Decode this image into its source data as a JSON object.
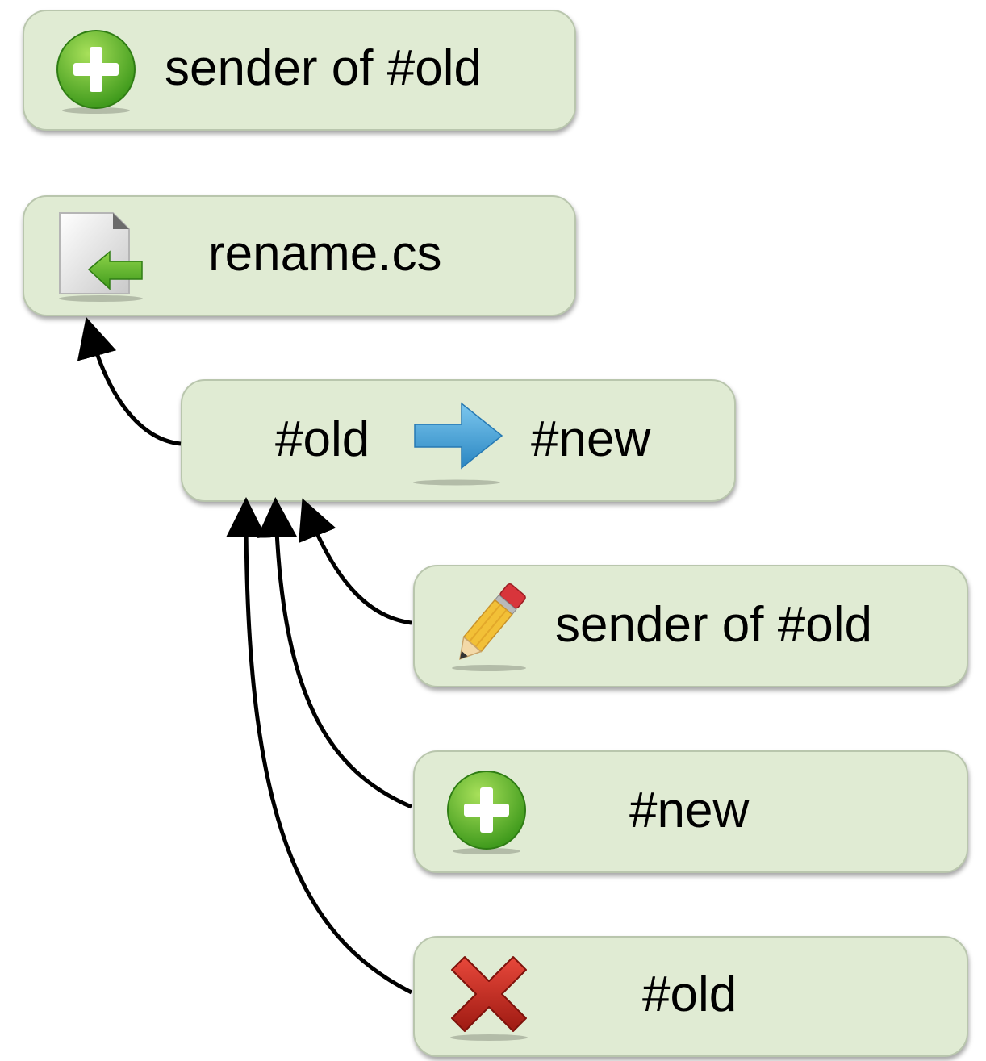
{
  "nodes": {
    "add_sender": {
      "icon": "add-icon",
      "label": "sender of #old"
    },
    "file": {
      "icon": "file-import-icon",
      "label": "rename.cs"
    },
    "rename": {
      "old": "#old",
      "icon": "right-arrow-icon",
      "new": "#new"
    },
    "edit_sender": {
      "icon": "pencil-icon",
      "label": "sender of #old"
    },
    "add_new": {
      "icon": "add-icon",
      "label": "#new"
    },
    "remove_old": {
      "icon": "delete-icon",
      "label": "#old"
    }
  },
  "colors": {
    "node_fill": "#e0ebd3",
    "node_border": "#b9c6ad",
    "add_green": "#5cb82d",
    "arrow_blue": "#3a9fd6",
    "delete_red": "#c8281c",
    "pencil_yellow": "#f2c037"
  }
}
